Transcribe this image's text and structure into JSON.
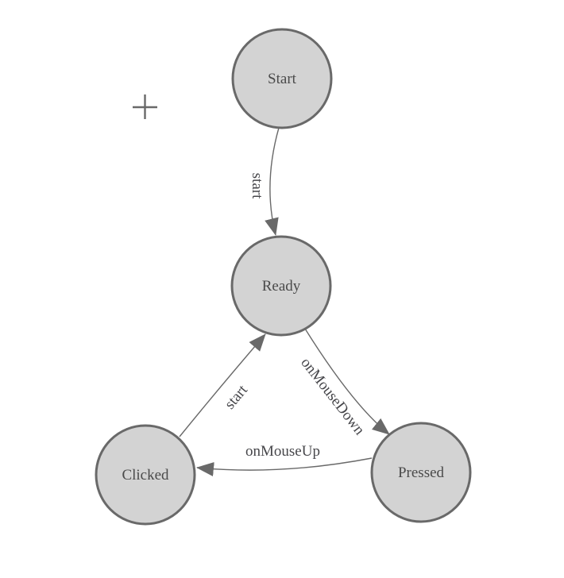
{
  "diagram": {
    "type": "state-machine",
    "colors": {
      "background": "#ffffff",
      "node_fill": "#d3d3d3",
      "node_stroke": "#696969",
      "edge_stroke": "#696969",
      "arrow_fill": "#696969",
      "text": "#4a4a4a"
    },
    "nodes": [
      {
        "id": "start",
        "label": "Start"
      },
      {
        "id": "ready",
        "label": "Ready"
      },
      {
        "id": "clicked",
        "label": "Clicked"
      },
      {
        "id": "pressed",
        "label": "Pressed"
      }
    ],
    "edges": [
      {
        "from": "start",
        "to": "ready",
        "label": "start"
      },
      {
        "from": "ready",
        "to": "pressed",
        "label": "onMouseDown"
      },
      {
        "from": "pressed",
        "to": "clicked",
        "label": "onMouseUp"
      },
      {
        "from": "clicked",
        "to": "ready",
        "label": "start"
      }
    ],
    "icons": {
      "plus": "plus"
    }
  }
}
